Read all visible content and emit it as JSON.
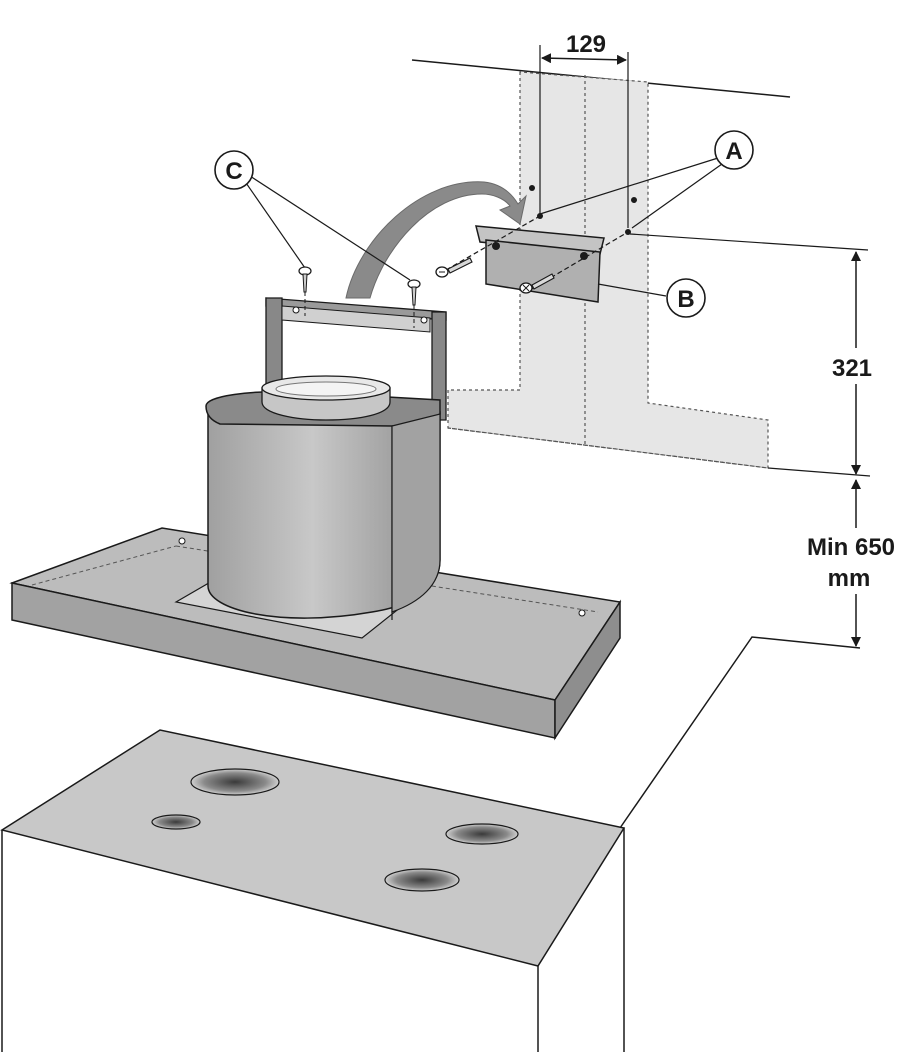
{
  "diagram": {
    "dimensions": {
      "bracket_hole_spacing": "129",
      "bracket_height_from_hood": "321",
      "min_height_line1": "Min 650",
      "min_height_line2": "mm"
    },
    "callouts": {
      "a": "A",
      "b": "B",
      "c": "C"
    },
    "colors": {
      "line": "#1a1a1a",
      "chimney_fill": "#e6e6e6",
      "hood_fill": "#b8b8b8",
      "hood_side": "#9a9a9a",
      "cooktop_fill": "#c4c4c4",
      "burner": "#5a5a5a"
    }
  }
}
